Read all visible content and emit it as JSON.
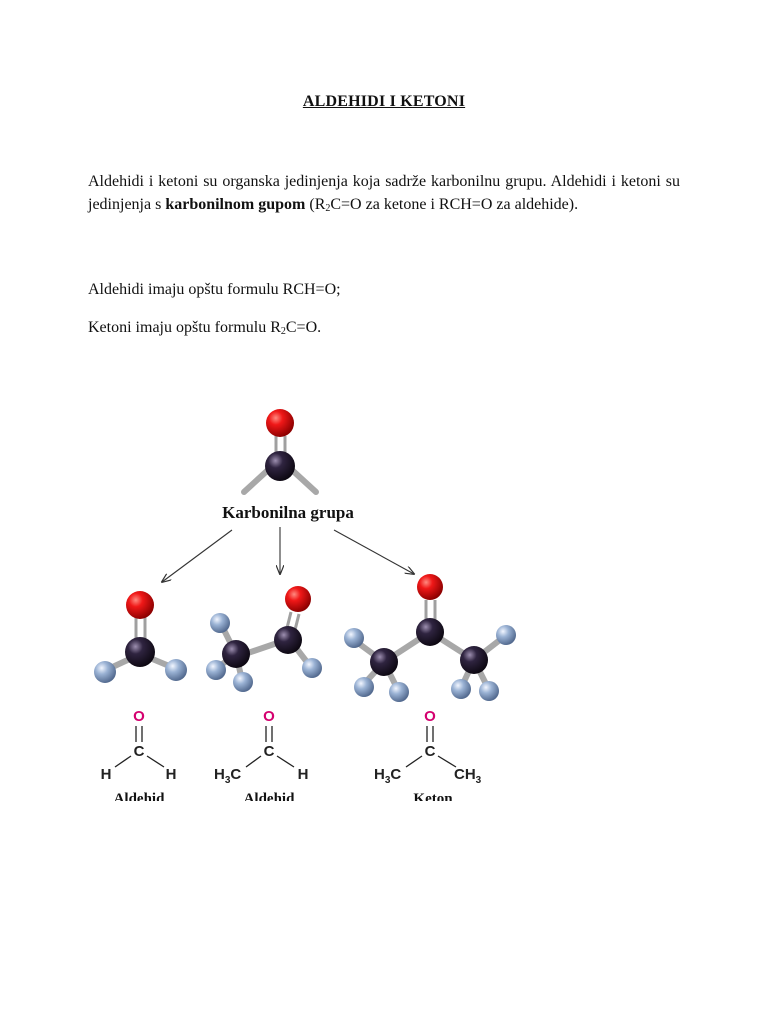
{
  "document": {
    "title": "ALDEHIDI I KETONI",
    "intro": {
      "part1": "Aldehidi i ketoni su organska jedinjenja koja sadrže karbonilnu grupu. Aldehidi i ketoni su jedinjenja s ",
      "bold": "karbonilnom gupom",
      "part2": " (R",
      "sub1": "2",
      "part3": "C=O za ketone i RCH=O za aldehide)."
    },
    "aldehyde_formula_line": "Aldehidi imaju opštu formulu RCH=O;",
    "ketone_formula_line": {
      "prefix": "Ketoni  imaju opštu formulu R",
      "sub": "2",
      "suffix": "C=O."
    }
  },
  "figure": {
    "group_label": "Karbonilna grupa",
    "structures": [
      {
        "top": "O",
        "center": "C",
        "left": "H",
        "right": "H",
        "caption": "Aldehid"
      },
      {
        "top": "O",
        "center": "C",
        "left": "H",
        "left_sub": "3",
        "left_suffix": "C",
        "right": "H",
        "caption": "Aldehid"
      },
      {
        "top": "O",
        "center": "C",
        "left": "H",
        "left_sub": "3",
        "left_suffix": "C",
        "right": "CH",
        "right_sub": "3",
        "caption": "Keton"
      }
    ],
    "colors": {
      "oxygen": "#e0101a",
      "carbon": "#2a1f33",
      "hydrogen": "#8fa8cc",
      "bond": "#9a9a9a",
      "formula_oxygen": "#d4006f"
    }
  }
}
